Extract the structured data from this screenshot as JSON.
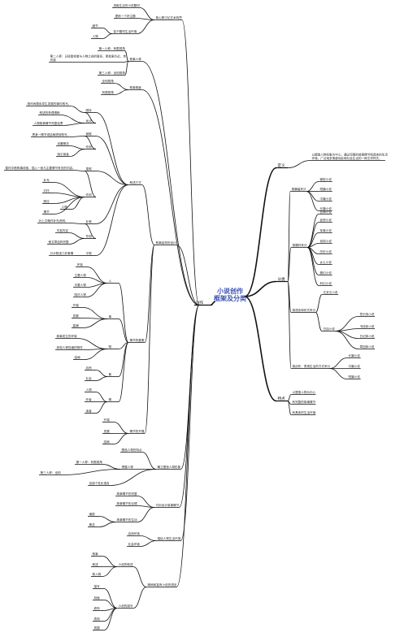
{
  "title": "小说创作\n框架及分类",
  "nodes": [
    {
      "id": "root",
      "text": "小说创作\n框架及分类",
      "kind": "root"
    },
    {
      "id": "dy",
      "text": "定义",
      "parent": "root",
      "kind": "lvl1"
    },
    {
      "id": "dy1",
      "text": "以塑造人物形象为中心，通过完整的故事情节和具体的生活环境，广泛地多角度地反映社会生活的一种文学样式。",
      "parent": "dy"
    },
    {
      "id": "fl",
      "text": "分类",
      "parent": "root",
      "kind": "lvl1"
    },
    {
      "id": "fl_pf",
      "text": "按篇幅来分",
      "parent": "fl"
    },
    {
      "id": "fl_pf1",
      "text": "微型小说",
      "parent": "fl_pf"
    },
    {
      "id": "fl_pf2",
      "text": "短篇小说",
      "parent": "fl_pf"
    },
    {
      "id": "fl_pf3",
      "text": "中篇小说",
      "parent": "fl_pf"
    },
    {
      "id": "fl_pf4",
      "text": "长篇小说",
      "parent": "fl_pf"
    },
    {
      "id": "fl_tc",
      "text": "按题材来分",
      "parent": "fl"
    },
    {
      "id": "fl_tc1",
      "text": "言情小说",
      "parent": "fl_tc"
    },
    {
      "id": "fl_tc2",
      "text": "武侠小说",
      "parent": "fl_tc"
    },
    {
      "id": "fl_tc3",
      "text": "军事小说",
      "parent": "fl_tc"
    },
    {
      "id": "fl_tc4",
      "text": "侦探小说",
      "parent": "fl_tc"
    },
    {
      "id": "fl_tc5",
      "text": "历史小说",
      "parent": "fl_tc"
    },
    {
      "id": "fl_tc6",
      "text": "乡土小说",
      "parent": "fl_tc"
    },
    {
      "id": "fl_tc7",
      "text": "魔幻小说",
      "parent": "fl_tc"
    },
    {
      "id": "fl_tc8",
      "text": "科幻小说",
      "parent": "fl_tc"
    },
    {
      "id": "fl_yy",
      "text": "按语言和形式来分",
      "parent": "fl"
    },
    {
      "id": "fl_yy1",
      "text": "文言文小说",
      "parent": "fl_yy"
    },
    {
      "id": "fl_yy2",
      "text": "白话小说",
      "parent": "fl_yy"
    },
    {
      "id": "fl_yy2a",
      "text": "意识流小说",
      "parent": "fl_yy2"
    },
    {
      "id": "fl_yy2b",
      "text": "书信体小说",
      "parent": "fl_yy2"
    },
    {
      "id": "fl_yy2c",
      "text": "日记体小说",
      "parent": "fl_yy2"
    },
    {
      "id": "fl_yy2d",
      "text": "章回体小说",
      "parent": "fl_yy2"
    },
    {
      "id": "fl_fy",
      "text": "按创作、表现生活的方式来分",
      "parent": "fl"
    },
    {
      "id": "fl_fy1",
      "text": "长篇小说",
      "parent": "fl_fy"
    },
    {
      "id": "fl_fy2",
      "text": "中篇小说",
      "parent": "fl_fy"
    },
    {
      "id": "fl_fy3",
      "text": "短篇小说",
      "parent": "fl_fy"
    },
    {
      "id": "td",
      "text": "特点",
      "parent": "root",
      "kind": "lvl1"
    },
    {
      "id": "td1",
      "text": "以塑造人物为中心",
      "parent": "td"
    },
    {
      "id": "td2",
      "text": "有完整的故事情节",
      "parent": "td"
    },
    {
      "id": "td3",
      "text": "有具体的生活环境",
      "parent": "td"
    },
    {
      "id": "cz",
      "text": "创作",
      "parent": "root",
      "kind": "lvl1l"
    },
    {
      "id": "hx",
      "text": "核心是讨论艺术构思",
      "parent": "cz"
    },
    {
      "id": "hx1",
      "text": "选取生活的小说题材",
      "parent": "hx"
    },
    {
      "id": "hx2",
      "text": "提炼一个好主题",
      "parent": "hx"
    },
    {
      "id": "hx3",
      "text": "若干题材生活环境",
      "parent": "hx"
    },
    {
      "id": "hx3a",
      "text": "细节",
      "parent": "hx3"
    },
    {
      "id": "hx3b",
      "text": "人物",
      "parent": "hx3"
    },
    {
      "id": "xs",
      "text": "叙事人称",
      "parent": "cz"
    },
    {
      "id": "xs1",
      "text": "第一人称：有限视角",
      "parent": "xs"
    },
    {
      "id": "xs2",
      "text": "第二人称：已经是或者与人物之间的联系，那就更为近，亲切感",
      "parent": "xs"
    },
    {
      "id": "xs3",
      "text": "第三人称：全知视角",
      "parent": "xs"
    },
    {
      "id": "xj",
      "text": "叙事角度",
      "parent": "cz"
    },
    {
      "id": "xj1",
      "text": "全知视角",
      "parent": "xj"
    },
    {
      "id": "xj2",
      "text": "有限视角",
      "parent": "xj"
    },
    {
      "id": "gs",
      "text": "叙事结构的设计",
      "parent": "cz"
    },
    {
      "id": "fs",
      "text": "叙述方式",
      "parent": "gs"
    },
    {
      "id": "fs_sx",
      "text": "顺序",
      "parent": "fs"
    },
    {
      "id": "fs_sx1",
      "text": "按时间顺序发生发展的事件叙写。",
      "parent": "fs_sx"
    },
    {
      "id": "fs_sx2",
      "text": "优点",
      "parent": "fs_sx"
    },
    {
      "id": "fs_sx2a",
      "text": "叙述的条理清晰",
      "parent": "fs_sx2"
    },
    {
      "id": "fs_sx2b",
      "text": "人物故事情节完整连贯",
      "parent": "fs_sx2"
    },
    {
      "id": "fs_dx",
      "text": "倒叙",
      "parent": "fs"
    },
    {
      "id": "fs_dx1",
      "text": "把某一情节或结局提前叙写。",
      "parent": "fs_dx"
    },
    {
      "id": "fs_dx2",
      "text": "作用",
      "parent": "fs_dx"
    },
    {
      "id": "fs_dx2a",
      "text": "设置悬念",
      "parent": "fs_dx2"
    },
    {
      "id": "fs_dx2b",
      "text": "吸引读者",
      "parent": "fs_dx2"
    },
    {
      "id": "fs_cx",
      "text": "插叙",
      "parent": "fs"
    },
    {
      "id": "fs_cx1",
      "text": "暂时中断叙事线索，插入一段与主要情节有关的内容。",
      "parent": "fs_cx"
    },
    {
      "id": "fs_cx2",
      "text": "作用",
      "parent": "fs_cx"
    },
    {
      "id": "fs_cx2a",
      "text": "补充",
      "parent": "fs_cx2"
    },
    {
      "id": "fs_cx2b",
      "text": "衬托",
      "parent": "fs_cx2"
    },
    {
      "id": "fs_cx2c",
      "text": "照应",
      "parent": "fs_cx2"
    },
    {
      "id": "fs_cx2d",
      "text": "人物",
      "parent": "fs_cx2"
    },
    {
      "id": "fs_cx2e",
      "text": "情节",
      "parent": "fs_cx2"
    },
    {
      "id": "fs_bx",
      "text": "补叙",
      "parent": "fs"
    },
    {
      "id": "fs_bx1",
      "text": "对上文略作补充说明。",
      "parent": "fs_bx"
    },
    {
      "id": "fs_bx2",
      "text": "作用",
      "parent": "fs_bx"
    },
    {
      "id": "fs_bx2a",
      "text": "丰富内容",
      "parent": "fs_bx2"
    },
    {
      "id": "fs_bx2b",
      "text": "使文章结构完整",
      "parent": "fs_bx2"
    },
    {
      "id": "fs_px",
      "text": "平叙",
      "parent": "fs"
    },
    {
      "id": "fs_px1",
      "text": "分头叙述几件事情",
      "parent": "fs_px"
    },
    {
      "id": "ys",
      "text": "情节的要素",
      "parent": "gs"
    },
    {
      "id": "ys_r",
      "text": "人",
      "parent": "ys"
    },
    {
      "id": "ys_r1",
      "text": "环境",
      "parent": "ys_r"
    },
    {
      "id": "ys_r2",
      "text": "主要人物",
      "parent": "ys_r"
    },
    {
      "id": "ys_r3",
      "text": "次要人物",
      "parent": "ys_r"
    },
    {
      "id": "ys_r4",
      "text": "陪衬人物",
      "parent": "ys_r"
    },
    {
      "id": "ys_s",
      "text": "事",
      "parent": "ys"
    },
    {
      "id": "ys_s1",
      "text": "开端",
      "parent": "ys_s"
    },
    {
      "id": "ys_s2",
      "text": "发展",
      "parent": "ys_s"
    },
    {
      "id": "ys_s3",
      "text": "高潮",
      "parent": "ys_s"
    },
    {
      "id": "ys_w",
      "text": "物",
      "parent": "ys"
    },
    {
      "id": "ys_w1",
      "text": "故事发生的环境",
      "parent": "ys_w"
    },
    {
      "id": "ys_w2",
      "text": "体现人物性格的物件",
      "parent": "ys_w"
    },
    {
      "id": "ys_w3",
      "text": "结局",
      "parent": "ys_w"
    },
    {
      "id": "ys_j",
      "text": "景",
      "parent": "ys"
    },
    {
      "id": "ys_j1",
      "text": "自然",
      "parent": "ys_j"
    },
    {
      "id": "ys_j2",
      "text": "社会",
      "parent": "ys_j"
    },
    {
      "id": "ys_q",
      "text": "情",
      "parent": "ys"
    },
    {
      "id": "ys_q1",
      "text": "人物",
      "parent": "ys_q"
    },
    {
      "id": "ys_q2",
      "text": "作者",
      "parent": "ys_q"
    },
    {
      "id": "ys_q3",
      "text": "读者",
      "parent": "ys_q"
    },
    {
      "id": "qj",
      "text": "情节的开展",
      "parent": "gs"
    },
    {
      "id": "qj1",
      "text": "开端",
      "parent": "qj"
    },
    {
      "id": "qj2",
      "text": "发展",
      "parent": "qj"
    },
    {
      "id": "qj3",
      "text": "结局",
      "parent": "qj"
    },
    {
      "id": "sz",
      "text": "确立塑造人物形象",
      "parent": "cz"
    },
    {
      "id": "sz1",
      "text": "塑造人物的特点",
      "parent": "sz"
    },
    {
      "id": "sz2",
      "text": "把握人物",
      "parent": "sz"
    },
    {
      "id": "sz2a",
      "text": "第一人称：有限视角",
      "parent": "sz2"
    },
    {
      "id": "sz2b",
      "text": "第三人称：全知",
      "parent": "sz2"
    },
    {
      "id": "sz3",
      "text": "创造个性化语言",
      "parent": "sz"
    },
    {
      "id": "hj",
      "text": "巧妙设计故事情节",
      "parent": "cz"
    },
    {
      "id": "hj1",
      "text": "故事情节的完整",
      "parent": "hj"
    },
    {
      "id": "hj2",
      "text": "故事情节的合理",
      "parent": "hj"
    },
    {
      "id": "hj3",
      "text": "故事情节的生动",
      "parent": "hj"
    },
    {
      "id": "hj3a",
      "text": "铺垫",
      "parent": "hj3"
    },
    {
      "id": "hj3b",
      "text": "悬念",
      "parent": "hj3"
    },
    {
      "id": "hp",
      "text": "描绘人物生活环境",
      "parent": "cz"
    },
    {
      "id": "hp1",
      "text": "自然环境",
      "parent": "hp"
    },
    {
      "id": "hp2",
      "text": "社会环境",
      "parent": "hp"
    },
    {
      "id": "yy",
      "text": "精练和富有小说的语言",
      "parent": "cz"
    },
    {
      "id": "yy1",
      "text": "小说的叙述",
      "parent": "yy"
    },
    {
      "id": "yy1a",
      "text": "叙事",
      "parent": "yy1"
    },
    {
      "id": "yy1b",
      "text": "叙述",
      "parent": "yy1"
    },
    {
      "id": "yy1c",
      "text": "叙人物",
      "parent": "yy1"
    },
    {
      "id": "yy2",
      "text": "小说的描写",
      "parent": "yy"
    },
    {
      "id": "yy2a",
      "text": "描写",
      "parent": "yy2"
    },
    {
      "id": "yy2b",
      "text": "刻画",
      "parent": "yy2"
    },
    {
      "id": "yy2c",
      "text": "修饰",
      "parent": "yy2"
    },
    {
      "id": "yy2d",
      "text": "表现",
      "parent": "yy2"
    },
    {
      "id": "yy2e",
      "text": "氛围",
      "parent": "yy2"
    }
  ]
}
